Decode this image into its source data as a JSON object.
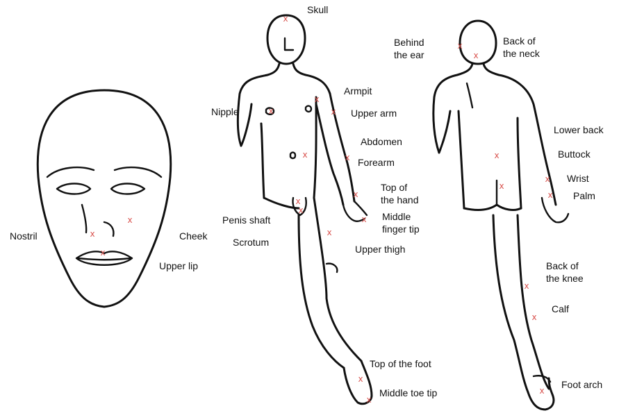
{
  "diagram": {
    "mark_color": "#d9534f",
    "mark_glyph": "x",
    "labels": {
      "nostril": "Nostril",
      "cheek": "Cheek",
      "upper_lip": "Upper lip",
      "skull": "Skull",
      "nipple": "Nipple",
      "armpit": "Armpit",
      "upper_arm": "Upper arm",
      "abdomen": "Abdomen",
      "forearm": "Forearm",
      "top_of_hand": "Top of\nthe hand",
      "middle_finger_tip": "Middle\nfinger tip",
      "penis_shaft": "Penis shaft",
      "scrotum": "Scrotum",
      "upper_thigh": "Upper thigh",
      "top_of_foot": "Top of the foot",
      "middle_toe_tip": "Middle toe tip",
      "behind_ear": "Behind\nthe ear",
      "back_of_neck": "Back of\nthe neck",
      "lower_back": "Lower back",
      "buttock": "Buttock",
      "wrist": "Wrist",
      "palm": "Palm",
      "back_of_knee": "Back of\nthe knee",
      "calf": "Calf",
      "foot_arch": "Foot arch"
    }
  }
}
